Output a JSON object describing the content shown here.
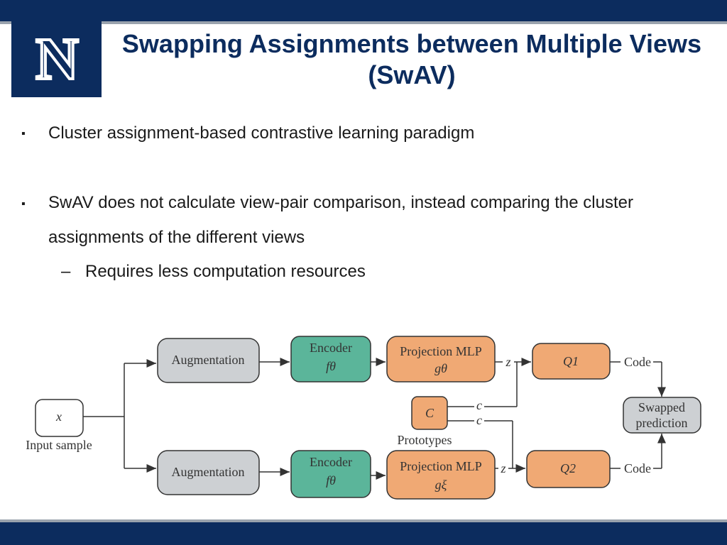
{
  "slide": {
    "title": "Swapping Assignments between Multiple Views (SwAV)",
    "logo_letter": "N",
    "bullets": [
      {
        "marker": "▪",
        "text": "Cluster assignment-based contrastive learning paradigm"
      },
      {
        "marker": "▪",
        "line1": "SwAV does not calculate view-pair comparison, instead comparing the cluster",
        "line2": "assignments of the different views"
      }
    ],
    "sub_bullet": {
      "marker": "–",
      "text": "Requires less computation resources"
    }
  },
  "diagram": {
    "input": {
      "symbol": "x",
      "label": "Input sample"
    },
    "augmentation_top": "Augmentation",
    "augmentation_bottom": "Augmentation",
    "encoder_top": {
      "label": "Encoder",
      "func": "fθ"
    },
    "encoder_bottom": {
      "label": "Encoder",
      "func": "fθ"
    },
    "proj_top": {
      "label": "Projection MLP",
      "func": "gθ"
    },
    "proj_bottom": {
      "label": "Projection MLP",
      "func": "gξ"
    },
    "z_top": "z",
    "z_bottom": "z",
    "q1": "Q1",
    "q2": "Q2",
    "code_top": "Code",
    "code_bottom": "Code",
    "prototypes": {
      "symbol": "C",
      "label": "Prototypes",
      "c1": "c",
      "c2": "c"
    },
    "swapped": {
      "line1": "Swapped",
      "line2": "prediction"
    },
    "colors": {
      "gray": "#cdd0d3",
      "green": "#5bb59a",
      "orange": "#f0a974",
      "stroke": "#333333"
    }
  }
}
